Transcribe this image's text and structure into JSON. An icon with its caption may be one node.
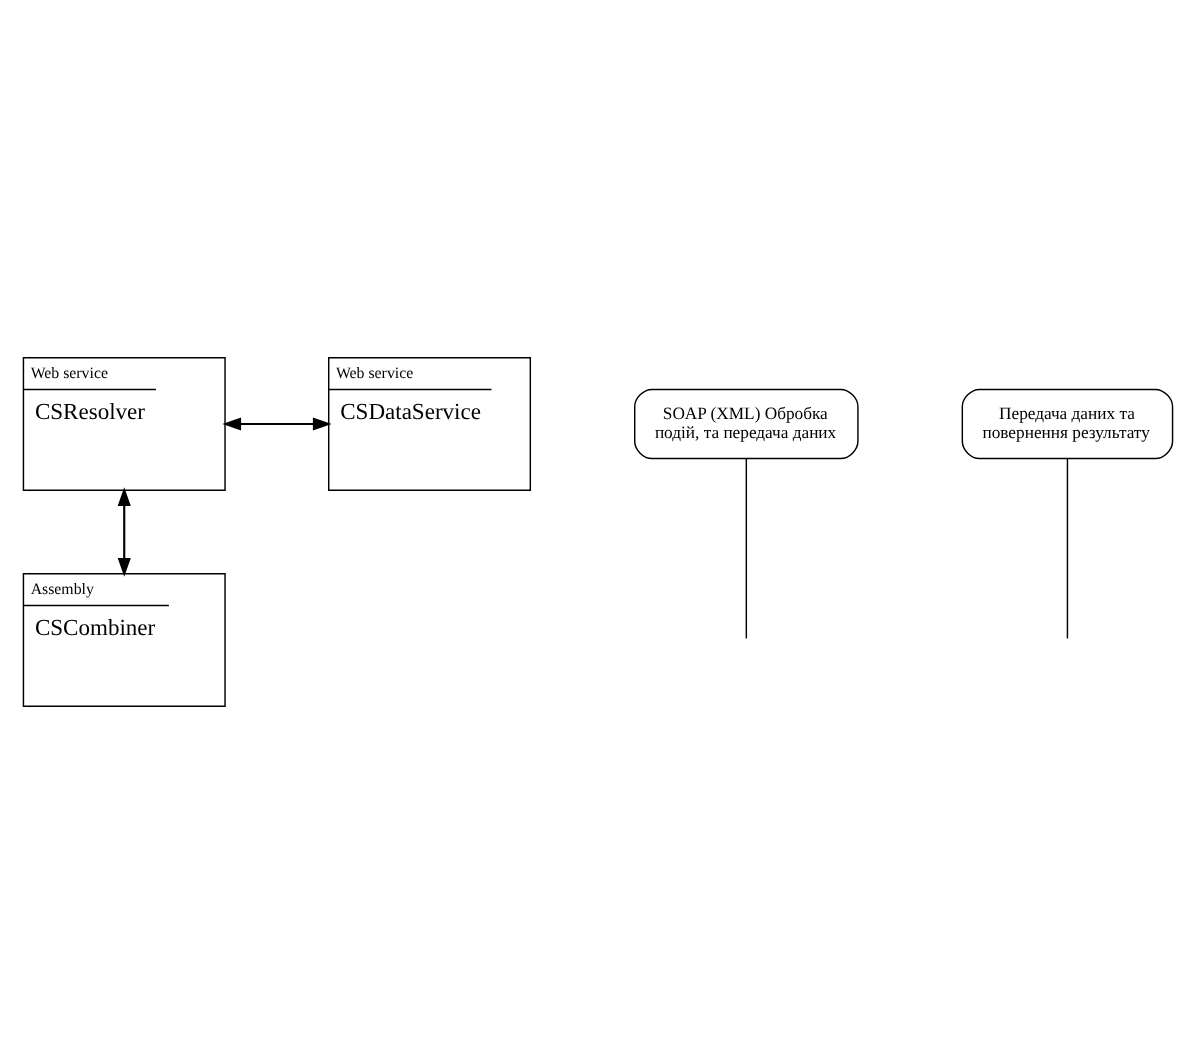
{
  "diagram": {
    "nodes": [
      {
        "text": [
          "Web service",
          "CSResolver"
        ]
      },
      {
        "text": [
          "Web service",
          "CSDataService"
        ]
      },
      {
        "text": [
          "SOAP (XML) Обробка подій, та передача даних"
        ]
      },
      {
        "text": [
          "Передача даних та повернення результату"
        ]
      },
      {
        "text": [
          "Assembly",
          "CSCombiner"
        ]
      }
    ],
    "edges": [
      {
        "from": 0,
        "to": 1,
        "arrow": "both"
      },
      {
        "from": 0,
        "to": 4,
        "arrow": "both"
      },
      {
        "from": 2,
        "to": null,
        "arrow": "none"
      },
      {
        "from": 3,
        "to": null,
        "arrow": "none"
      }
    ]
  }
}
